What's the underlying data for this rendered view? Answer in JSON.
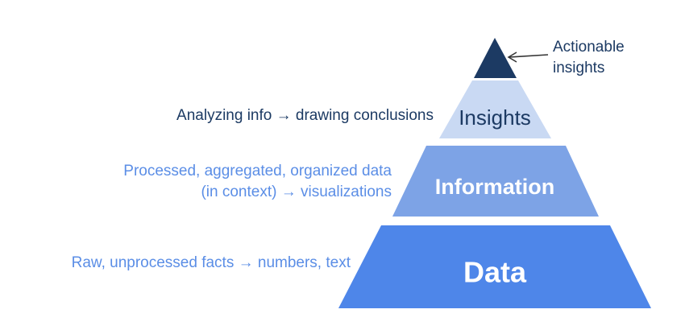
{
  "colors": {
    "apex": "#1c3a63",
    "insights_fill": "#c9d9f3",
    "insights_text": "#1c3a63",
    "information_fill": "#7da3e6",
    "data_fill": "#4e86e9",
    "white_text": "#ffffff",
    "desc_dark": "#1c3a63",
    "desc_light": "#5b8ee6",
    "arrow": "#333333"
  },
  "pyramid": {
    "apex": {
      "name": "apex-triangle"
    },
    "tiers": [
      {
        "id": "insights",
        "label": "Insights"
      },
      {
        "id": "information",
        "label": "Information"
      },
      {
        "id": "data",
        "label": "Data"
      }
    ]
  },
  "callout": {
    "line1": "Actionable",
    "line2": "insights"
  },
  "descriptions": {
    "insights": "Analyzing info → drawing conclusions",
    "information_line1": "Processed, aggregated, organized data",
    "information_line2": "(in context) → visualizations",
    "data": "Raw, unprocessed facts → numbers, text"
  }
}
